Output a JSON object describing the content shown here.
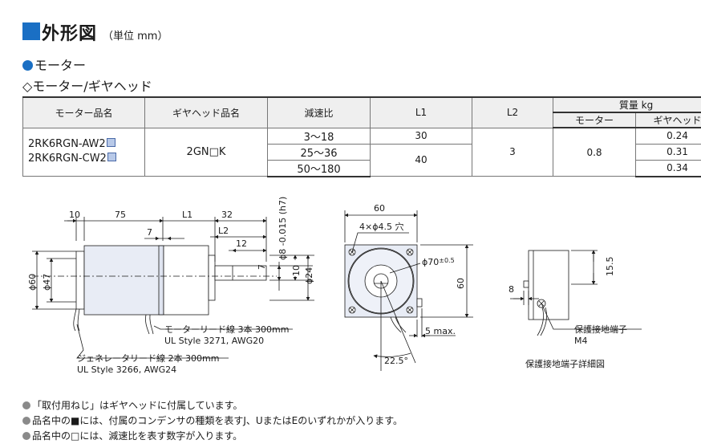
{
  "header": {
    "title": "外形図",
    "unit": "（単位 mm）",
    "section_motor": "モーター",
    "section_gear": "◇モーター/ギヤヘッド"
  },
  "table": {
    "h_motor_name": "モーター品名",
    "h_gear_name": "ギヤヘッド品名",
    "h_ratio": "減速比",
    "h_l1": "L1",
    "h_l2": "L2",
    "h_mass": "質量 kg",
    "h_mass_motor": "モーター",
    "h_mass_gear": "ギヤヘッド",
    "motor_name_1": "2RK6RGN-AW2",
    "motor_name_2": "2RK6RGN-CW2",
    "gear_name": "2GN□K",
    "ratios": [
      "3～18",
      "25～36",
      "50～180"
    ],
    "l1": [
      "30",
      "40"
    ],
    "l2": "3",
    "mass_motor": "0.8",
    "mass_gear": [
      "0.24",
      "0.31",
      "0.34"
    ]
  },
  "drawing": {
    "d10": "10",
    "d75": "75",
    "dL1": "L1",
    "d32": "32",
    "d7a": "7",
    "dL2": "L2",
    "d12": "12",
    "tol_shaft": "ϕ8 -0.015 (h7)",
    "d7b": "7",
    "d10b": "10",
    "phi24": "ϕ24",
    "phi60": "ϕ60",
    "phi47": "ϕ47",
    "lead1_a": "モーターリード線 3本 300mm",
    "lead1_b": "UL Style 3271, AWG20",
    "lead2_a": "ジェネレータリード線 2本 300mm",
    "lead2_b": "UL Style 3266, AWG24",
    "f60": "60",
    "holes": "4×ϕ4.5 穴",
    "pcd": "ϕ70",
    "pcd_tol": "±0.5",
    "f60v": "60",
    "max5": "5 max.",
    "angle": "22.5°",
    "s155": "15.5",
    "s8": "8",
    "term": "保護接地端子",
    "m4": "M4",
    "detail_caption": "保護接地端子詳細図"
  },
  "notes": [
    "「取付用ねじ」はギヤヘッドに付属しています。",
    "品名中の■には、付属のコンデンサの種類を表すJ、UまたはEのいずれかが入ります。",
    "品名中の□には、減速比を表す数字が入ります。"
  ],
  "colors": {
    "accent": "#1a6fc4",
    "motor_body": "#e8ecf5",
    "bullet_gray": "#8a8a8a"
  }
}
